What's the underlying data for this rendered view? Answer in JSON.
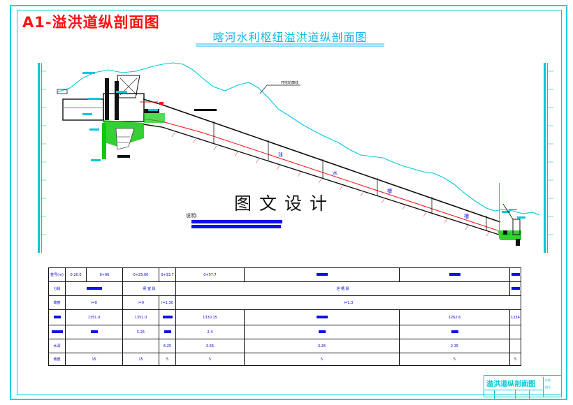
{
  "sheet_title": "A1-溢洪道纵剖面图",
  "drawing_title": "喀河水利枢纽溢洪道纵剖面图",
  "watermark": "图文设计",
  "note_label": "说明:",
  "leader_label": "开挖轮廓线",
  "channel_labels": [
    "泄",
    "水",
    "槽",
    "槽"
  ],
  "profile_table": {
    "row_labels": [
      "桩号(m)",
      "分段",
      "坡度",
      "",
      "",
      "水深",
      "坡度"
    ],
    "chainage": [
      "0-20.0",
      "0+00",
      "0+25.00",
      "0+33.7",
      "0+57.7"
    ],
    "segments": [
      "闸 室 段",
      "泄 槽 段"
    ],
    "slopes": [
      "i=0",
      "i=0",
      "i=1:30",
      "i=1:3"
    ],
    "elevations": [
      "1351.0",
      "1351.0",
      "1330.15",
      "1262.6",
      "1254"
    ],
    "values_row": [
      "5.25",
      "2.4"
    ],
    "depths": [
      "6.25",
      "3.56",
      "3.26",
      "2.35"
    ],
    "bottom_row": [
      "15",
      "15",
      "5",
      "5",
      "5",
      "5",
      "5"
    ]
  },
  "title_block": {
    "name": "溢洪道纵剖面图",
    "small": [
      "比例",
      "图号"
    ]
  },
  "colors": {
    "frame": "#00d2e0",
    "red": "#ff1010",
    "blue": "#1010e8",
    "green": "#10c810",
    "terrain": "#00c8d8"
  }
}
